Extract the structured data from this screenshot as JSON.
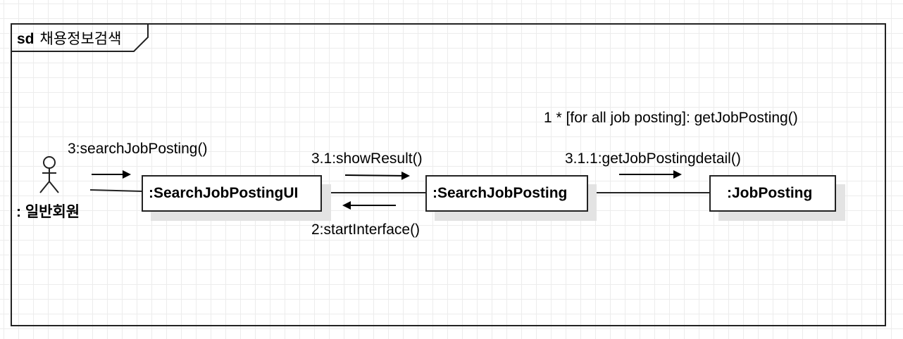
{
  "frame": {
    "keyword": "sd",
    "name": "채용정보검색"
  },
  "actor": {
    "name": ": 일반회원"
  },
  "objects": {
    "ui": ":SearchJobPostingUI",
    "control": ":SearchJobPosting",
    "entity": ":JobPosting"
  },
  "messages": {
    "search": "3:searchJobPosting()",
    "show_result": "3.1:showResult()",
    "start_interface": "2:startInterface()",
    "get_detail": "3.1.1:getJobPostingdetail()",
    "iteration": "1 * [for all job posting]: getJobPosting()"
  }
}
